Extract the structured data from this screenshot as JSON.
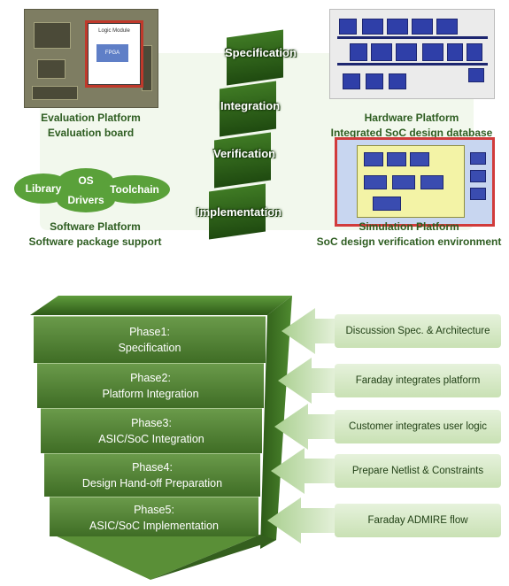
{
  "platforms": {
    "evaluation": {
      "line1": "Evaluation Platform",
      "line2": "Evaluation board"
    },
    "hardware": {
      "line1": "Hardware Platform",
      "line2": "Integrated SoC design database"
    },
    "software": {
      "line1": "Software Platform",
      "line2": "Software package support"
    },
    "simulation": {
      "line1": "Simulation Platform",
      "line2": "SoC design verification environment"
    }
  },
  "board_labels": {
    "logic_module": "Logic Module",
    "fpga": "FPGA"
  },
  "software_cloud": [
    "Library",
    "OS",
    "Toolchain",
    "Drivers"
  ],
  "flow_steps": [
    "Specification",
    "Integration",
    "Verification",
    "Implementation"
  ],
  "phases": [
    {
      "title": "Phase1:",
      "subtitle": "Specification"
    },
    {
      "title": "Phase2:",
      "subtitle": "Platform Integration"
    },
    {
      "title": "Phase3:",
      "subtitle": "ASIC/SoC Integration"
    },
    {
      "title": "Phase4:",
      "subtitle": "Design Hand-off Preparation"
    },
    {
      "title": "Phase5:",
      "subtitle": "ASIC/SoC Implementation"
    }
  ],
  "inputs": [
    "Discussion Spec. & Architecture",
    "Faraday integrates platform",
    "Customer integrates user logic",
    "Prepare Netlist & Constraints",
    "Faraday ADMIRE flow"
  ],
  "colors": {
    "dark_green": "#2e5d21",
    "phase_green": "#4f7e33",
    "arrow_green": "#c9e1b4"
  }
}
